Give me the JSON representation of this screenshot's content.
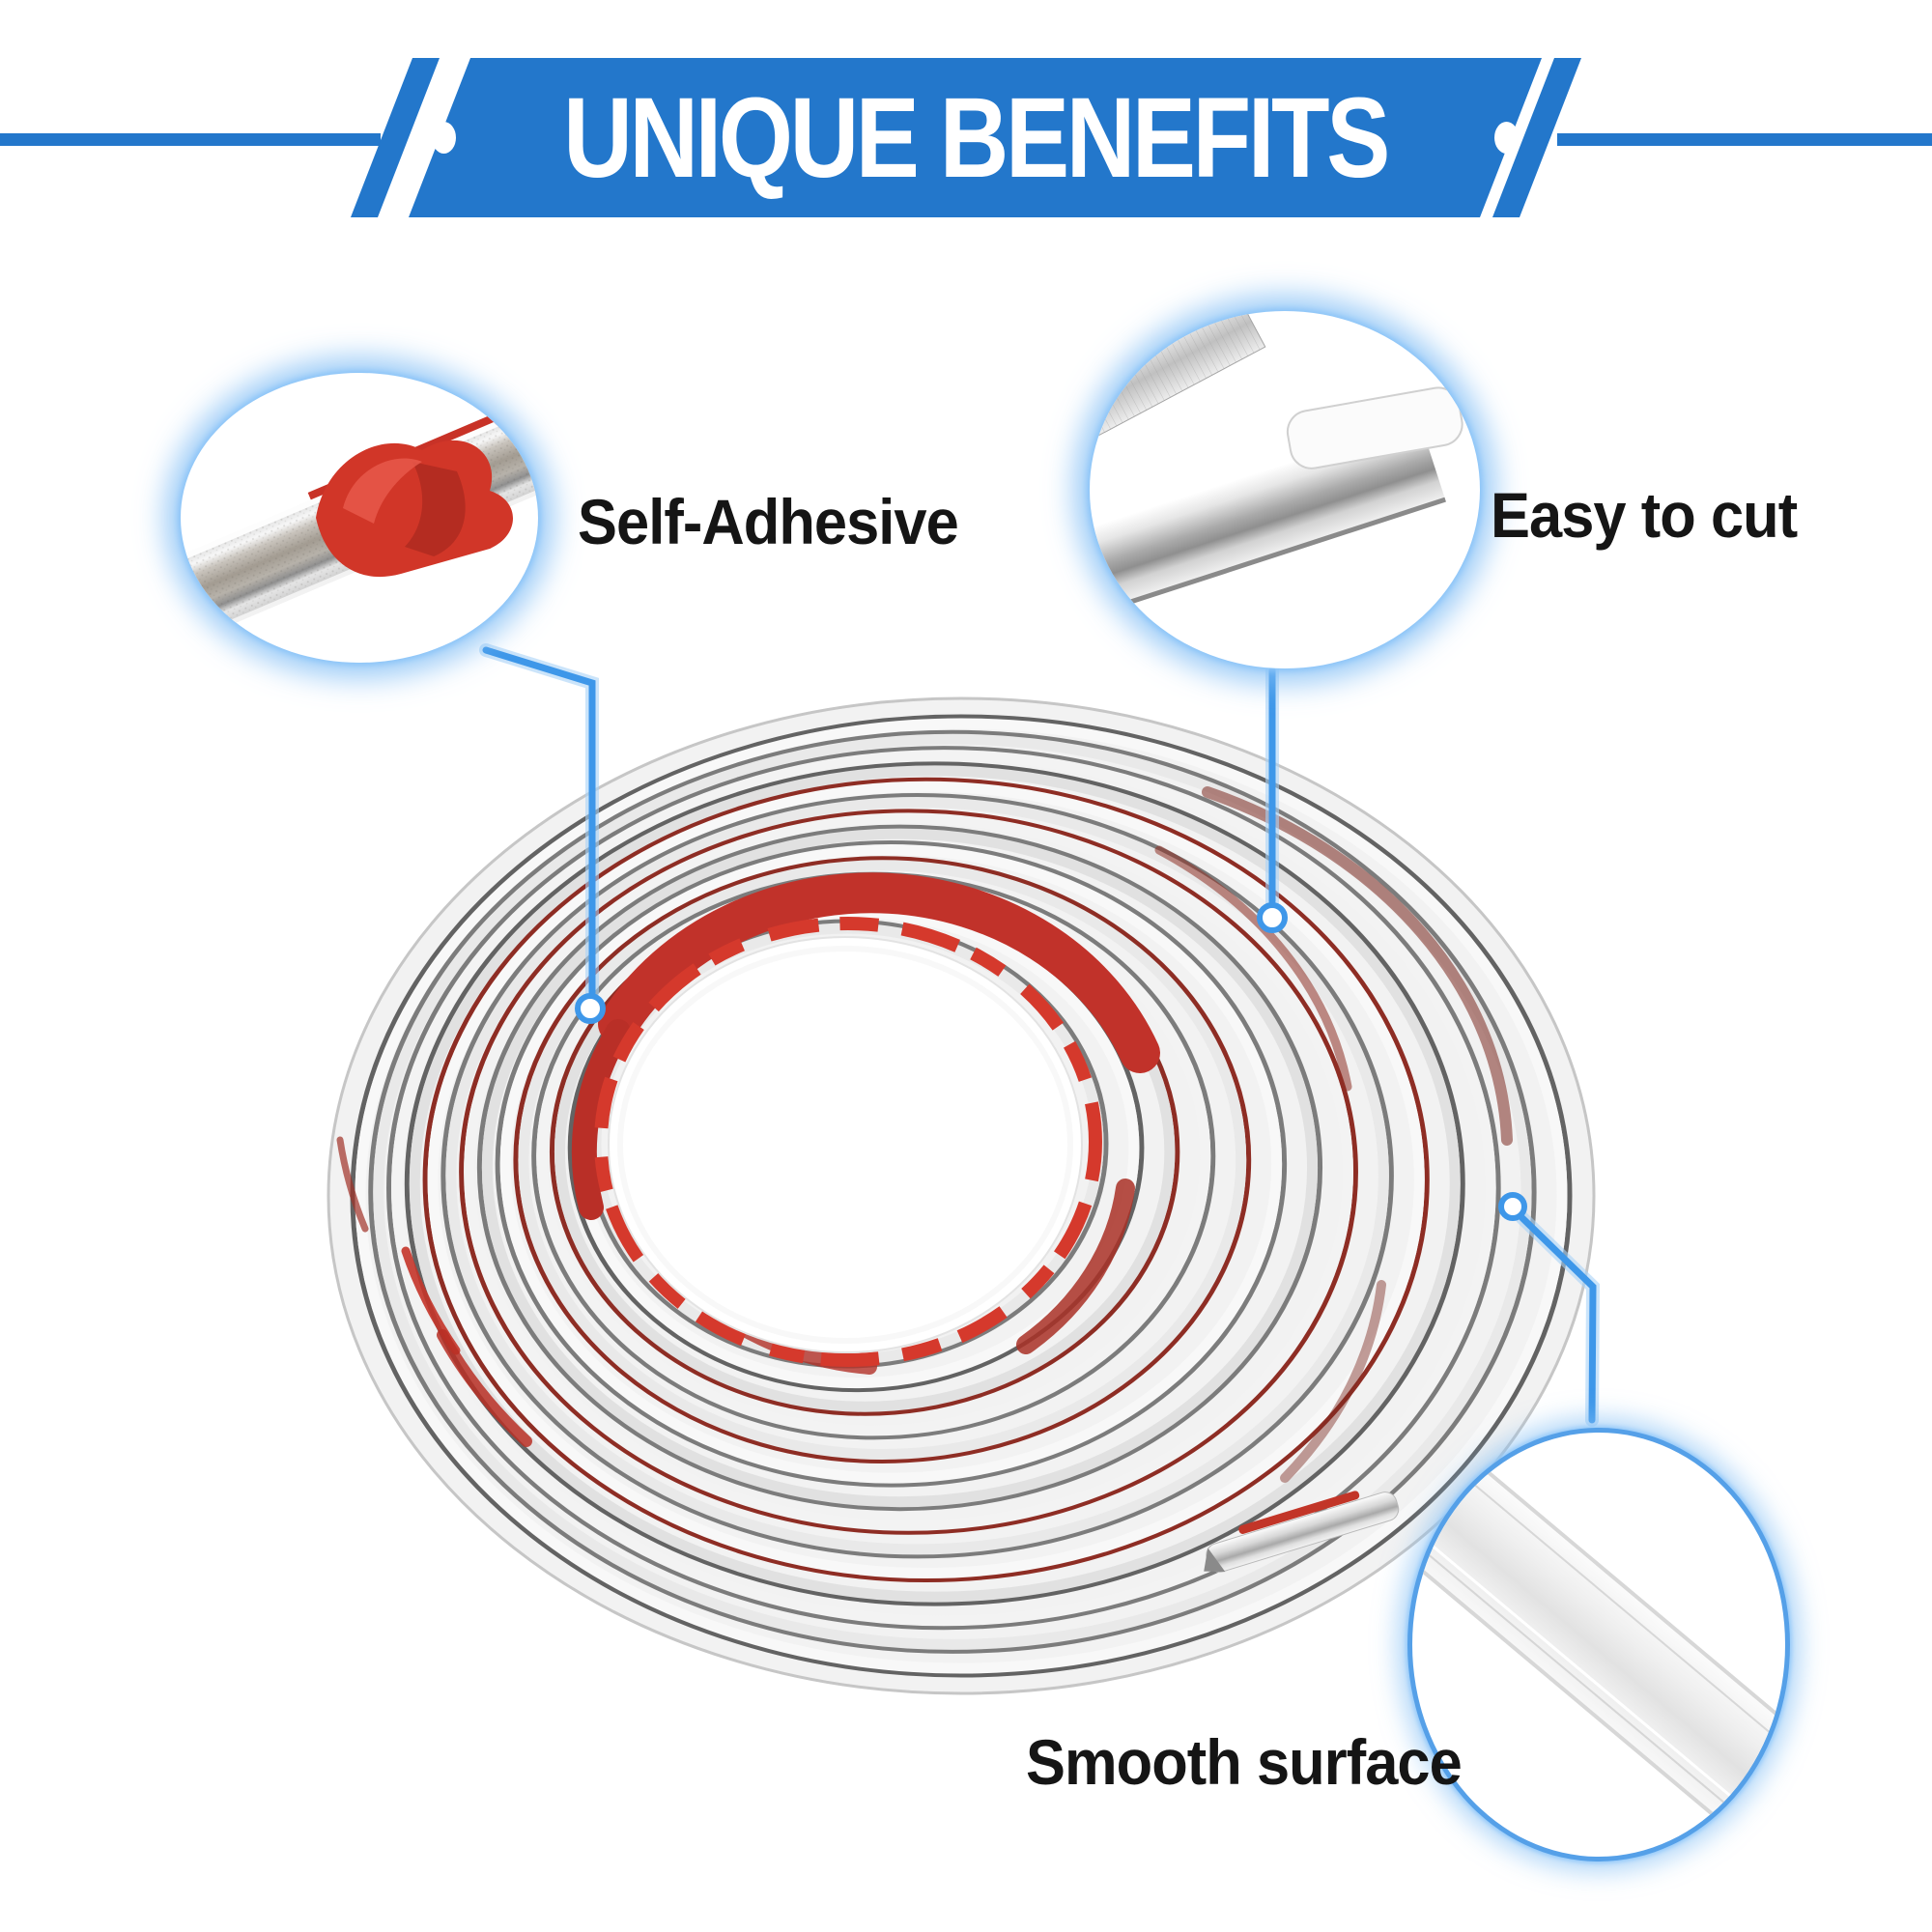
{
  "header": {
    "title": "UNIQUE BENEFITS"
  },
  "callouts": {
    "self_adhesive": {
      "label": "Self-Adhesive"
    },
    "easy_to_cut": {
      "label": "Easy to cut"
    },
    "smooth_surface": {
      "label": "Smooth surface"
    }
  },
  "colors": {
    "banner_blue": "#2377cb",
    "connector_blue": "#3e97e9",
    "connector_glow": "#a8d2f7",
    "adhesive_red": "#c23528",
    "adhesive_dark": "#8e2d24",
    "chrome_light": "#f5f5f5",
    "chrome_dark": "#7c7c7c",
    "label_black": "#151515"
  }
}
